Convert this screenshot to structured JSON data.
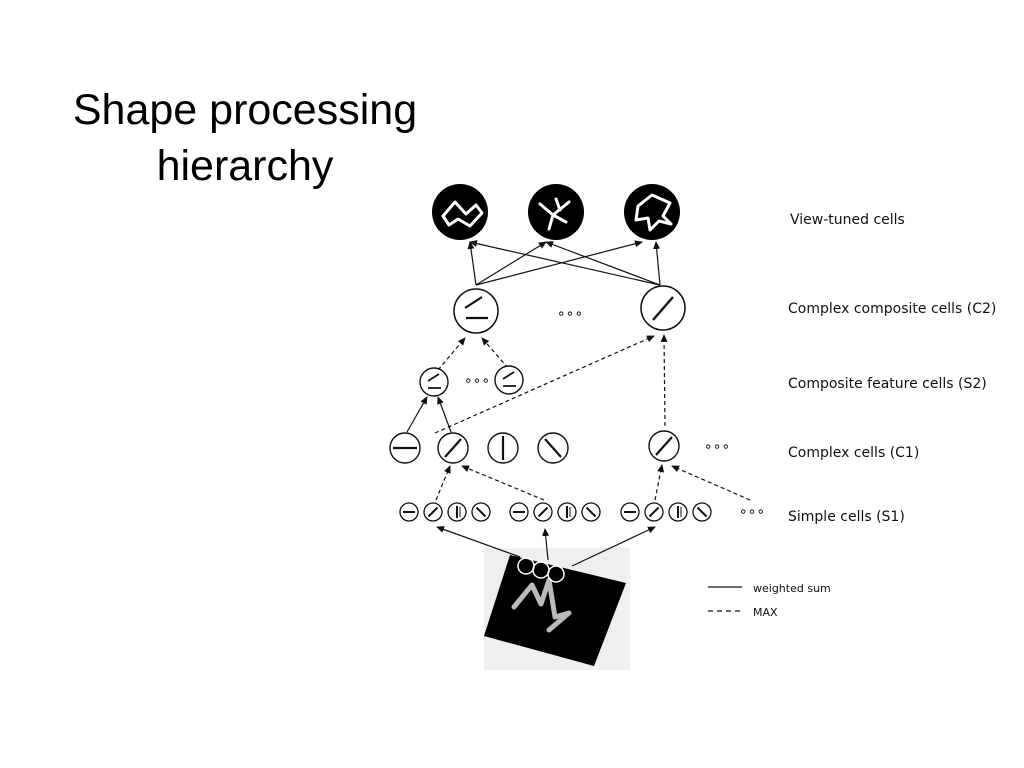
{
  "slide": {
    "title_line1": "Shape processing",
    "title_line2": "hierarchy"
  },
  "layers": {
    "view_tuned": "View-tuned cells",
    "c2": "Complex composite cells (C2)",
    "s2": "Composite feature cells (S2)",
    "c1": "Complex cells (C1)",
    "s1": "Simple cells (S1)"
  },
  "legend": {
    "solid": "weighted sum",
    "dashed": "MAX"
  },
  "ellipsis": "∘∘∘"
}
